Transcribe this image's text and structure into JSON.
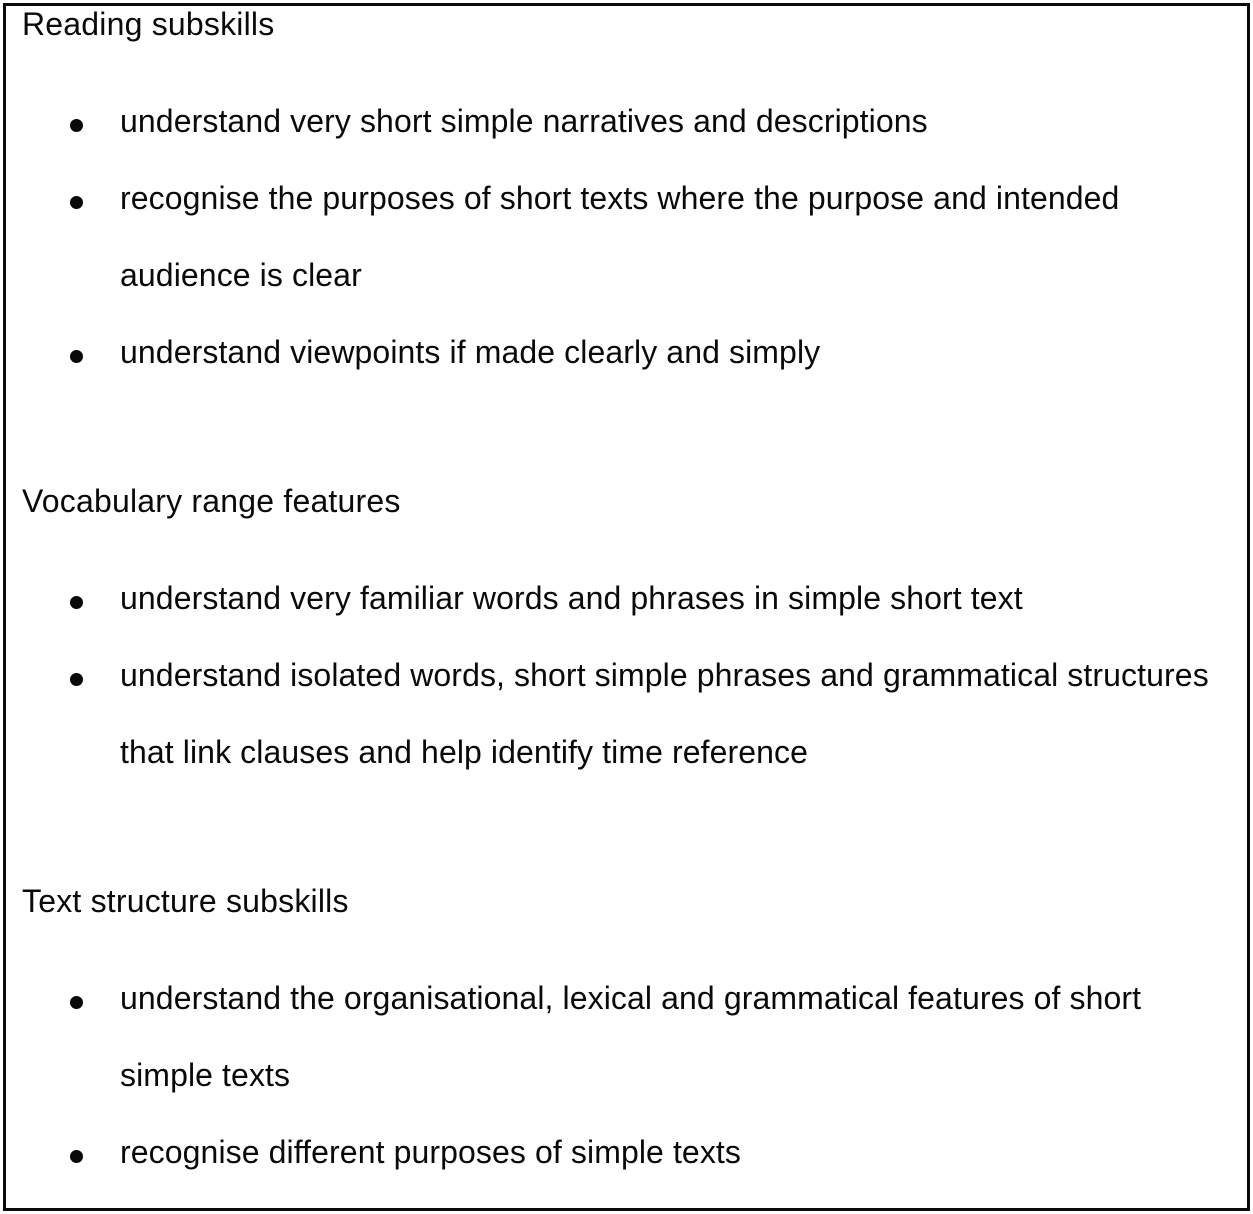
{
  "page": {
    "background_color": "#ffffff",
    "border_color": "#0a0a0a",
    "text_color": "#0a0a0a"
  },
  "sections": [
    {
      "heading": "Reading subskills",
      "bullets": [
        "understand very short simple narratives and descriptions",
        "recognise the purposes of short texts where the purpose and intended audience is clear",
        "understand viewpoints if made clearly and simply"
      ]
    },
    {
      "heading": "Vocabulary range features",
      "bullets": [
        "understand very familiar words and phrases in simple short text",
        "understand isolated words, short simple phrases and grammatical structures that link clauses and help identify time reference"
      ]
    },
    {
      "heading": "Text structure subskills",
      "bullets": [
        "understand the organisational, lexical and grammatical features of short simple texts",
        "recognise different purposes of simple texts"
      ]
    }
  ]
}
